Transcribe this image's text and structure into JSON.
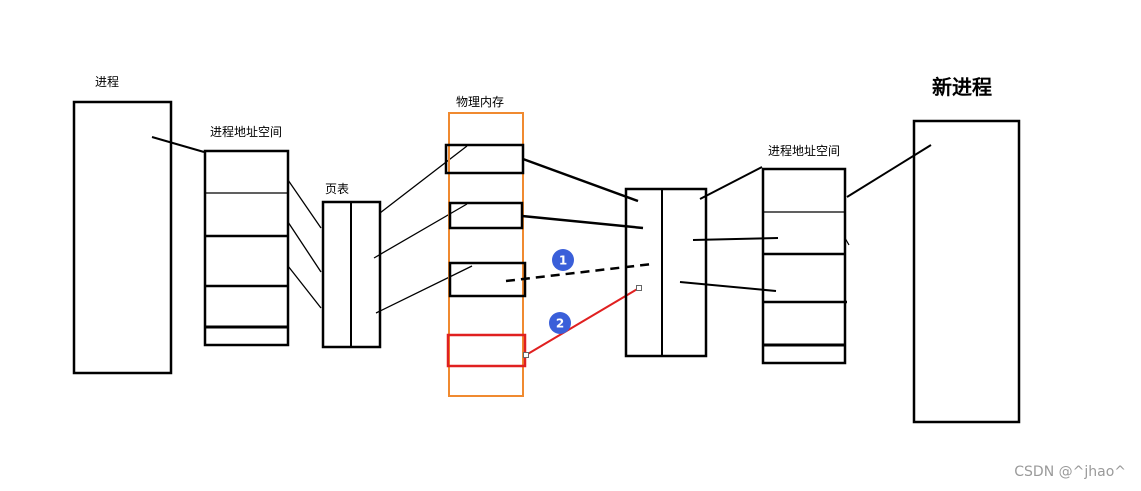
{
  "labels": {
    "process": "进程",
    "process_addr_space_left": "进程地址空间",
    "page_table": "页表",
    "physical_memory": "物理内存",
    "process_addr_space_right": "进程地址空间",
    "new_process": "新进程"
  },
  "markers": [
    {
      "number": "1",
      "meaning": "",
      "color": "#3a5fd9"
    },
    {
      "number": "2",
      "meaning": "",
      "color": "#3a5fd9"
    }
  ],
  "colors": {
    "stroke": "#000000",
    "physical_memory_border": "#f08a30",
    "new_page_highlight": "#e02020",
    "marker": "#3a5fd9"
  },
  "watermark": "CSDN @^jhao^"
}
